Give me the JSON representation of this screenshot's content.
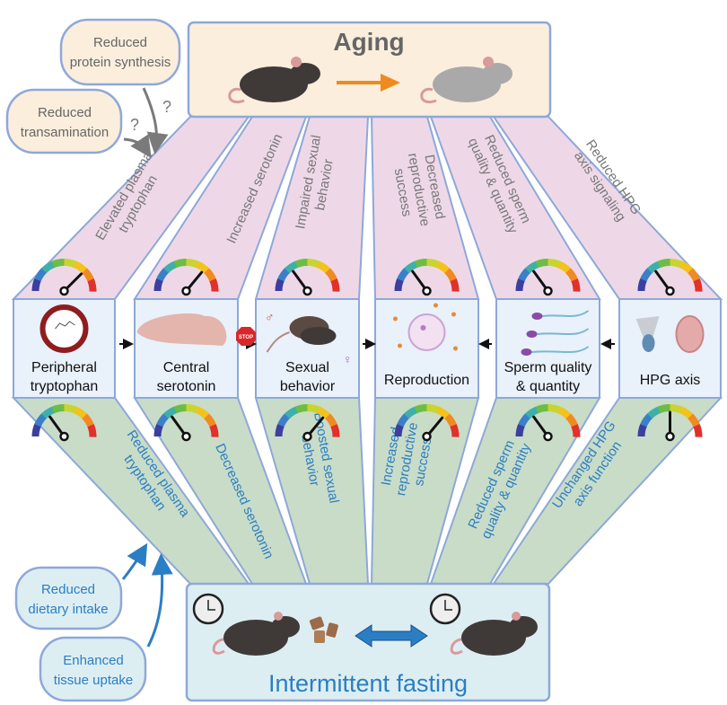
{
  "aging": {
    "title": "Aging",
    "causes": [
      {
        "lines": [
          "Reduced",
          "protein synthesis"
        ]
      },
      {
        "lines": [
          "Reduced",
          "transamination"
        ]
      }
    ],
    "unknown_mark": "?"
  },
  "fasting": {
    "title": "Intermittent fasting",
    "causes": [
      {
        "lines": [
          "Reduced",
          "dietary intake"
        ]
      },
      {
        "lines": [
          "Enhanced",
          "tissue uptake"
        ]
      }
    ]
  },
  "panels": [
    {
      "lines": [
        "Peripheral",
        "tryptophan"
      ],
      "icon": "tryptophan-molecule-icon"
    },
    {
      "lines": [
        "Central",
        "serotonin"
      ],
      "icon": "brain-icon"
    },
    {
      "lines": [
        "Sexual",
        "behavior"
      ],
      "icon": "mating-mice-icon"
    },
    {
      "lines": [
        "Reproduction"
      ],
      "icon": "egg-sperm-icon"
    },
    {
      "lines": [
        "Sperm quality",
        "& quantity"
      ],
      "icon": "sperm-icon"
    },
    {
      "lines": [
        "HPG axis"
      ],
      "icon": "testis-icon"
    }
  ],
  "aging_effects": [
    {
      "lines": [
        "Elevated plasma",
        "tryptophan"
      ],
      "gauge": 0.75
    },
    {
      "lines": [
        "Increased serotonin"
      ],
      "gauge": 0.72
    },
    {
      "lines": [
        "Impaired sexual",
        "behavior"
      ],
      "gauge": 0.3
    },
    {
      "lines": [
        "Decreased",
        "reproductive",
        "success"
      ],
      "gauge": 0.3
    },
    {
      "lines": [
        "Reduced sperm",
        "quality & quantity"
      ],
      "gauge": 0.3
    },
    {
      "lines": [
        "Reduced HPG",
        "axis signaling"
      ],
      "gauge": 0.3
    }
  ],
  "fasting_effects": [
    {
      "lines": [
        "Reduced plasma",
        "tryptophan"
      ],
      "gauge": 0.3
    },
    {
      "lines": [
        "Decreased serotonin"
      ],
      "gauge": 0.3
    },
    {
      "lines": [
        "Boosted sexual",
        "behavior"
      ],
      "gauge": 0.72
    },
    {
      "lines": [
        "Increased",
        "reproductive",
        "success"
      ],
      "gauge": 0.72
    },
    {
      "lines": [
        "Reduced sperm",
        "quality & quantity"
      ],
      "gauge": 0.3
    },
    {
      "lines": [
        "Unchanged HPG",
        "axis function"
      ],
      "gauge": 0.5
    }
  ],
  "stop_sign": "STOP",
  "colors": {
    "aging_fill": "#fbeedd",
    "effect_top": "#eed8e8",
    "panel": "#e9f1fb",
    "effect_bottom": "#c9dcc8",
    "fasting_fill": "#ddeef3",
    "border": "#8ea8d8",
    "fasting_text": "#2a7ec4",
    "aging_text": "#666666",
    "orange": "#ef8a1f"
  }
}
